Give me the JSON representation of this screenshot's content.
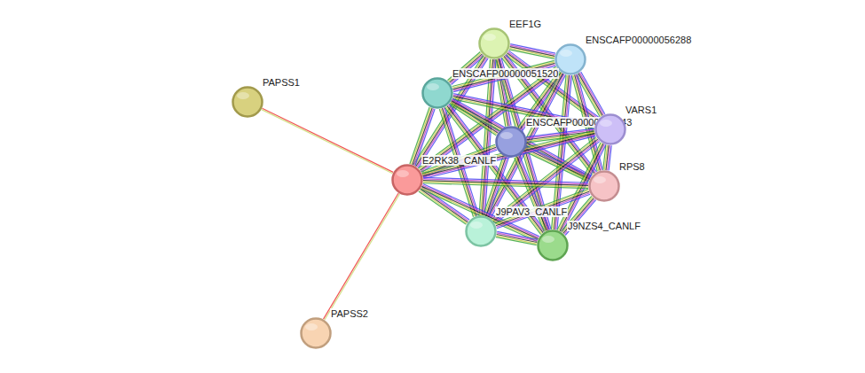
{
  "diagram": {
    "nodes": [
      {
        "text": [
          "EEF1G"
        ]
      },
      {
        "text": [
          "ENSCAFP00000056288"
        ]
      },
      {
        "text": [
          "PAPSS1"
        ]
      },
      {
        "text": [
          "ENSCAFP00000051520"
        ]
      },
      {
        "text": [
          "ENSCAFP00000045643"
        ]
      },
      {
        "text": [
          "VARS1"
        ]
      },
      {
        "text": [
          "E2RK38_CANLF"
        ]
      },
      {
        "text": [
          "RPS8"
        ]
      },
      {
        "text": [
          "J9PAV3_CANLF"
        ]
      },
      {
        "text": [
          "J9NZS4_CANLF"
        ]
      },
      {
        "text": [
          "PAPSS2"
        ]
      }
    ],
    "edges": [
      {
        "from": 2,
        "to": 6,
        "arrow": "none"
      },
      {
        "from": 10,
        "to": 6,
        "arrow": "none"
      },
      {
        "from": 0,
        "to": 1,
        "arrow": "none"
      },
      {
        "from": 0,
        "to": 3,
        "arrow": "none"
      },
      {
        "from": 0,
        "to": 4,
        "arrow": "none"
      },
      {
        "from": 0,
        "to": 5,
        "arrow": "none"
      },
      {
        "from": 0,
        "to": 6,
        "arrow": "none"
      },
      {
        "from": 0,
        "to": 7,
        "arrow": "none"
      },
      {
        "from": 0,
        "to": 8,
        "arrow": "none"
      },
      {
        "from": 0,
        "to": 9,
        "arrow": "none"
      },
      {
        "from": 1,
        "to": 3,
        "arrow": "none"
      },
      {
        "from": 1,
        "to": 4,
        "arrow": "none"
      },
      {
        "from": 1,
        "to": 5,
        "arrow": "none"
      },
      {
        "from": 1,
        "to": 6,
        "arrow": "none"
      },
      {
        "from": 1,
        "to": 7,
        "arrow": "none"
      },
      {
        "from": 1,
        "to": 8,
        "arrow": "none"
      },
      {
        "from": 1,
        "to": 9,
        "arrow": "none"
      },
      {
        "from": 3,
        "to": 4,
        "arrow": "none"
      },
      {
        "from": 3,
        "to": 5,
        "arrow": "none"
      },
      {
        "from": 3,
        "to": 6,
        "arrow": "none"
      },
      {
        "from": 3,
        "to": 7,
        "arrow": "none"
      },
      {
        "from": 3,
        "to": 8,
        "arrow": "none"
      },
      {
        "from": 3,
        "to": 9,
        "arrow": "none"
      },
      {
        "from": 4,
        "to": 5,
        "arrow": "none"
      },
      {
        "from": 4,
        "to": 6,
        "arrow": "none"
      },
      {
        "from": 4,
        "to": 7,
        "arrow": "none"
      },
      {
        "from": 4,
        "to": 8,
        "arrow": "none"
      },
      {
        "from": 4,
        "to": 9,
        "arrow": "none"
      },
      {
        "from": 5,
        "to": 6,
        "arrow": "none"
      },
      {
        "from": 5,
        "to": 7,
        "arrow": "none"
      },
      {
        "from": 5,
        "to": 8,
        "arrow": "none"
      },
      {
        "from": 5,
        "to": 9,
        "arrow": "none"
      },
      {
        "from": 6,
        "to": 7,
        "arrow": "none"
      },
      {
        "from": 6,
        "to": 8,
        "arrow": "none"
      },
      {
        "from": 6,
        "to": 9,
        "arrow": "none"
      },
      {
        "from": 7,
        "to": 8,
        "arrow": "none"
      },
      {
        "from": 7,
        "to": 9,
        "arrow": "none"
      },
      {
        "from": 8,
        "to": 9,
        "arrow": "none"
      }
    ]
  }
}
